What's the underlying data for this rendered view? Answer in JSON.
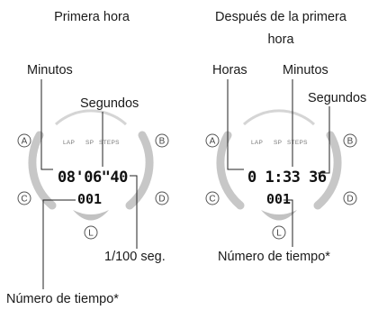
{
  "left_panel": {
    "heading": "Primera hora",
    "labels": {
      "minutes": "Minutos",
      "seconds": "Segundos",
      "hundredths": "1/100 seg.",
      "time_number": "Número de tiempo*"
    },
    "display": {
      "main": "08'06\"40",
      "sub": "001"
    }
  },
  "right_panel": {
    "heading_line1": "Después de la primera",
    "heading_line2": "hora",
    "labels": {
      "hours": "Horas",
      "minutes": "Minutos",
      "seconds": "Segundos",
      "time_number": "Número de tiempo*"
    },
    "display": {
      "main": "0 1:33 36",
      "sub": "001"
    }
  },
  "watch_face": {
    "indicators": [
      "LAP",
      "SP",
      "STEPS"
    ],
    "buttons": [
      "A",
      "B",
      "C",
      "D",
      "L"
    ]
  }
}
